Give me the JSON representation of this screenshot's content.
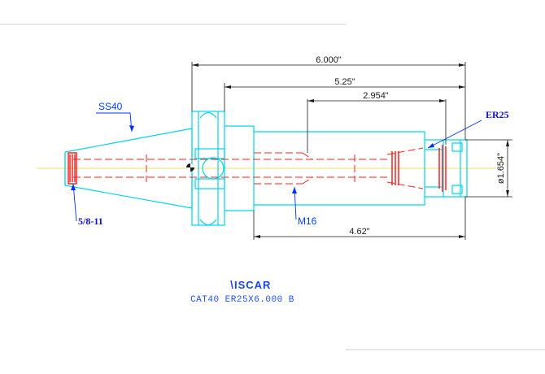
{
  "drawing": {
    "dimensions": {
      "overall_length": "6.000\"",
      "length_2": "5.25\"",
      "length_3": "2.954\"",
      "length_4": "4.62\"",
      "diameter": "ø1.654\""
    },
    "labels": {
      "taper": "SS40",
      "collet": "ER25",
      "thread": "5/8-11",
      "internal_thread": "M16"
    },
    "logo_text": "ISCAR",
    "caption": "CAT40 ER25X6.000 B",
    "colors": {
      "body_outline": "#00d6e6",
      "internal": "#ff2020",
      "dimension": "#1a1a1a",
      "leader": "#0030ff",
      "centerline": "#f0e060"
    }
  }
}
